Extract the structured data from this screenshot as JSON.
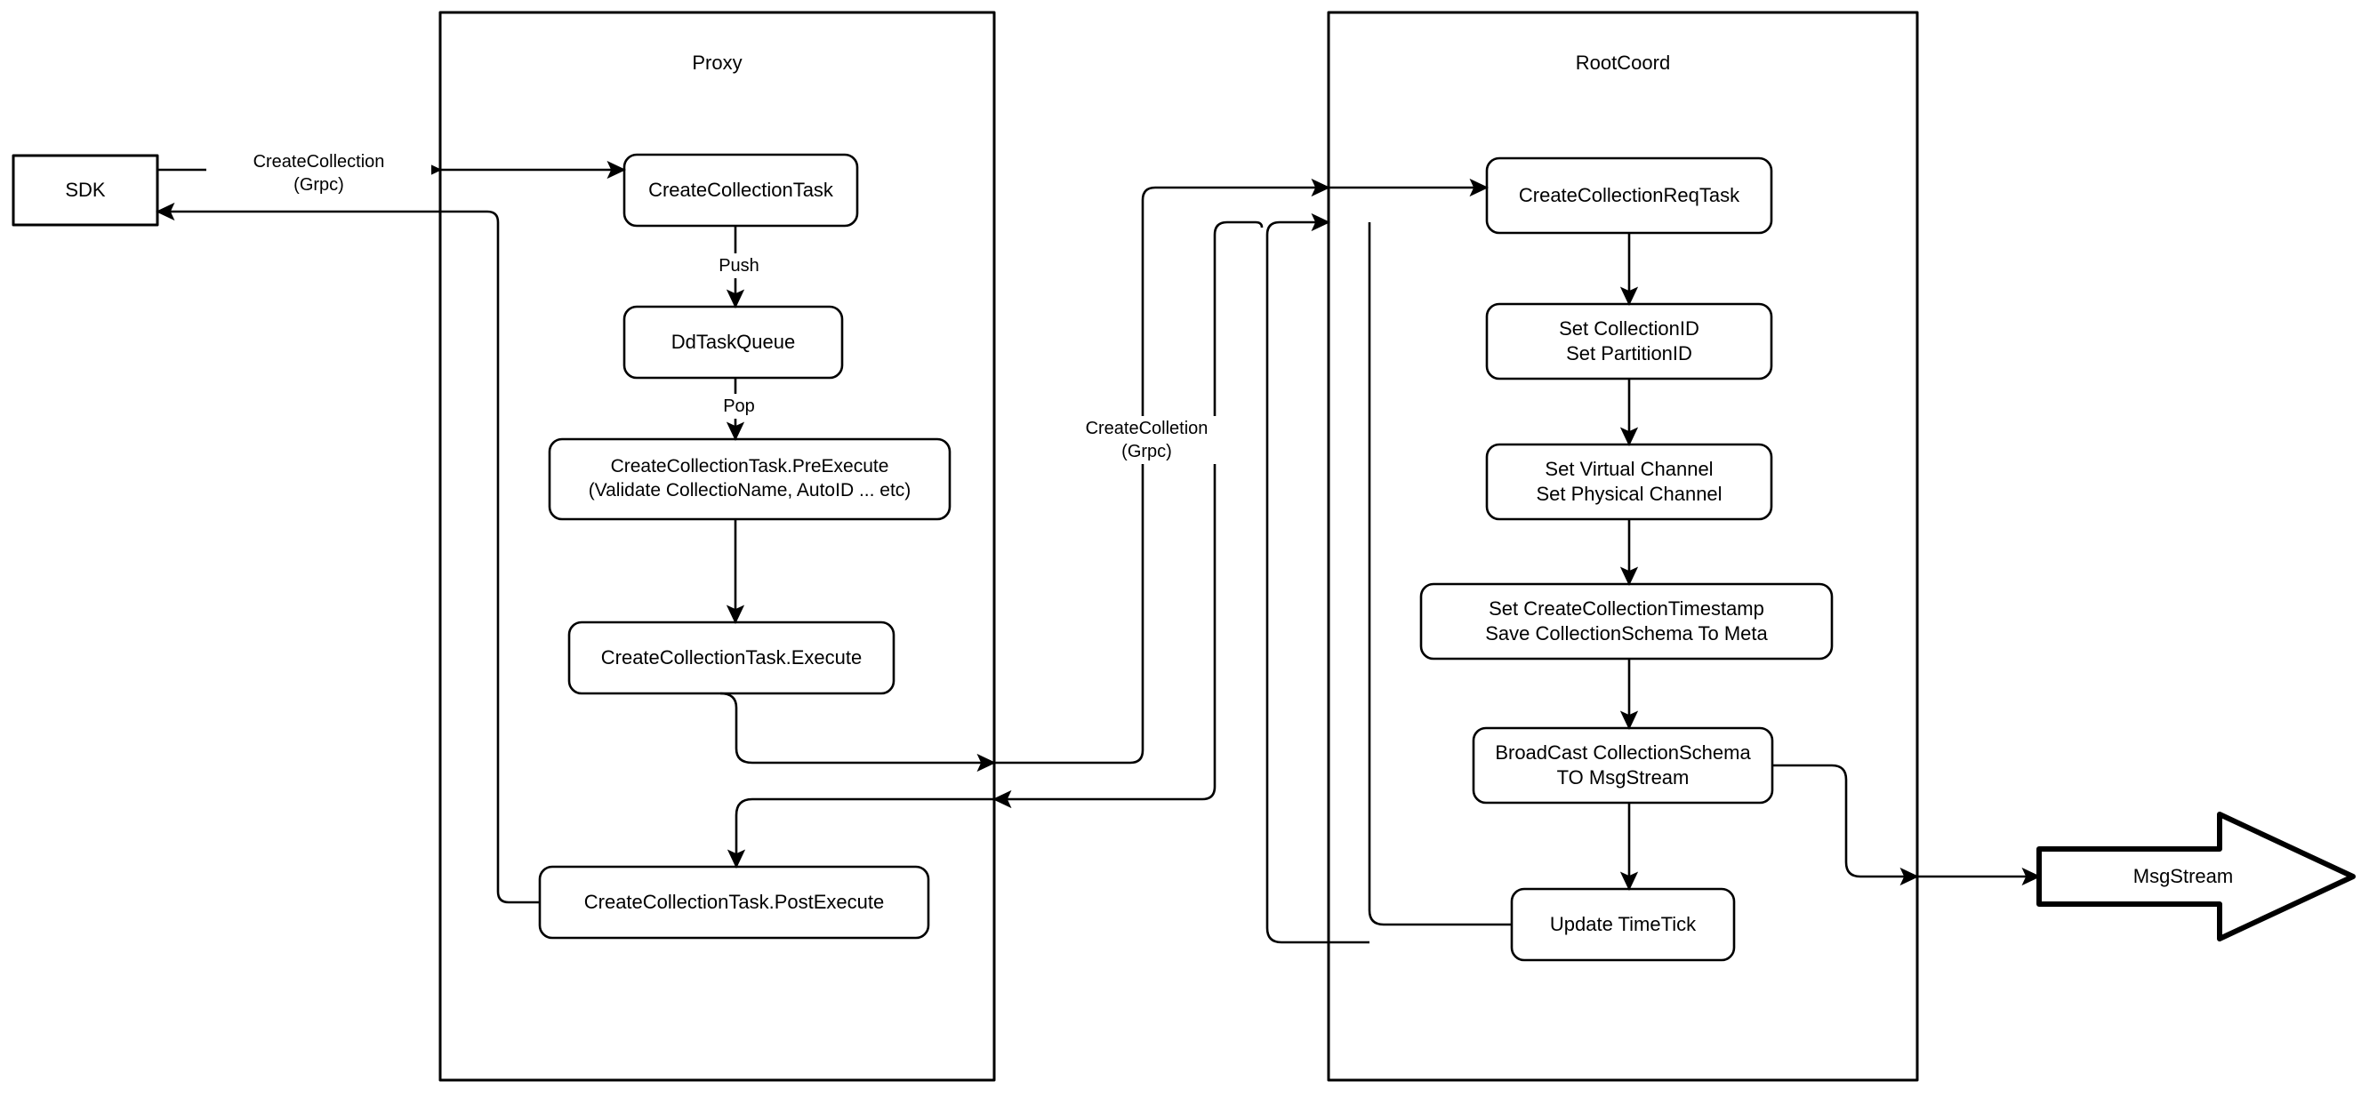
{
  "diagram": {
    "title_bar": null,
    "stroke_color": "#000000",
    "fill_color": "#FFFFFF",
    "background": "#FFFFFF",
    "containers": [
      {
        "id": "proxy",
        "label": "Proxy"
      },
      {
        "id": "rootcoord",
        "label": "RootCoord"
      }
    ],
    "external_nodes": [
      {
        "id": "sdk",
        "label": "SDK",
        "shape": "rectangle"
      },
      {
        "id": "msgstream",
        "label": "MsgStream",
        "shape": "block-arrow"
      }
    ],
    "proxy_nodes": [
      {
        "id": "create-collection-task",
        "label": "CreateCollectionTask"
      },
      {
        "id": "dd-task-queue",
        "label": "DdTaskQueue"
      },
      {
        "id": "pre-execute",
        "label": "CreateCollectionTask.PreExecute\n(Validate CollectioName, AutoID ... etc)"
      },
      {
        "id": "execute",
        "label": "CreateCollectionTask.Execute"
      },
      {
        "id": "post-execute",
        "label": "CreateCollectionTask.PostExecute"
      }
    ],
    "rootcoord_nodes": [
      {
        "id": "create-collection-req-task",
        "label": "CreateCollectionReqTask"
      },
      {
        "id": "set-ids",
        "label": "Set CollectionID\nSet PartitionID"
      },
      {
        "id": "set-channels",
        "label": "Set Virtual Channel\nSet Physical Channel"
      },
      {
        "id": "set-timestamp",
        "label": "Set CreateCollectionTimestamp\nSave CollectionSchema To Meta"
      },
      {
        "id": "broadcast",
        "label": "BroadCast CollectionSchema\nTO MsgStream"
      },
      {
        "id": "update-timetick",
        "label": "Update TimeTick"
      }
    ],
    "edge_labels": [
      {
        "id": "sdk-to-proxy",
        "label": "CreateCollection\n(Grpc)"
      },
      {
        "id": "push",
        "label": "Push"
      },
      {
        "id": "pop",
        "label": "Pop"
      },
      {
        "id": "proxy-to-rootcoord",
        "label": "CreateColletion\n(Grpc)"
      }
    ]
  }
}
